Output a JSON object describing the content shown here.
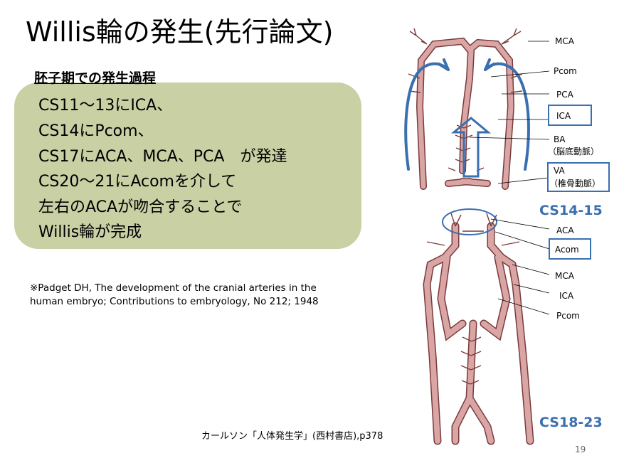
{
  "title": "Willis輪の発生(先行論文)",
  "subheading": "胚子期での発生過程",
  "summary_lines": [
    "CS11〜13にICA、",
    "CS14にPcom、",
    "CS17にACA、MCA、PCA　が発達",
    "CS20〜21にAcomを介して",
    "左右のACAが吻合することで",
    "Willis輪が完成"
  ],
  "reference_lines": [
    "※Padget DH, The development of the cranial arteries in the",
    "human embryo; Contributions to embryology, No 212; 1948"
  ],
  "diagram_top": {
    "stage_label": "CS14-15",
    "labels": {
      "mca": "MCA",
      "pcom": "Pcom",
      "pca": "PCA",
      "ica": "ICA",
      "ba": "BA",
      "ba_ja": "（脳底動脈）",
      "va": "VA",
      "va_ja": "（椎骨動脈）"
    }
  },
  "diagram_bottom": {
    "stage_label": "CS18-23",
    "labels": {
      "aca": "ACA",
      "acom": "Acom",
      "mca": "MCA",
      "ica": "ICA",
      "pcom": "Pcom"
    }
  },
  "credit": "カールソン「人体発生学」(西村書店),p378",
  "page_number": "19",
  "colors": {
    "box_fill": "#c8d0a4",
    "vessel_fill": "#d9a5a5",
    "vessel_edge": "#7a3b3b",
    "annotation_blue": "#3a6fb0"
  }
}
